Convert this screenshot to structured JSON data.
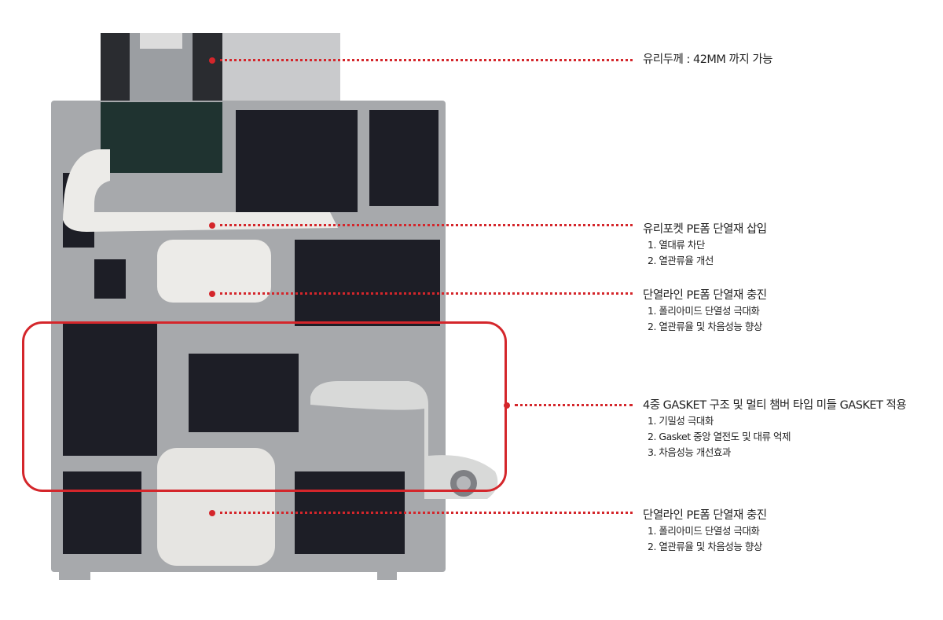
{
  "colors": {
    "accent": "#d4262b",
    "profile": "#a7a9ac",
    "chamber": "#1d1e26",
    "foam": "#ecebe8"
  },
  "callouts": [
    {
      "title": "유리두께 : 42MM 까지 가능",
      "items": []
    },
    {
      "title": "유리포켓 PE폼 단열재 삽입",
      "items": [
        "1. 열대류 차단",
        "2. 열관류율 개선"
      ]
    },
    {
      "title": "단열라인 PE폼 단열재 충진",
      "items": [
        "1. 폴리아미드 단열성 극대화",
        "2. 열관류율 및 차음성능 향상"
      ]
    },
    {
      "title": "4중 GASKET 구조 및 멀티 챔버 타입 미들 GASKET 적용",
      "items": [
        "1. 기밀성 극대화",
        "2. Gasket 중앙 열전도 및 대류 억제",
        "3. 차음성능 개선효과"
      ]
    },
    {
      "title": "단열라인 PE폼 단열재 충진",
      "items": [
        "1. 폴리아미드 단열성 극대화",
        "2. 열관류율 및 차음성능 향상"
      ]
    }
  ]
}
